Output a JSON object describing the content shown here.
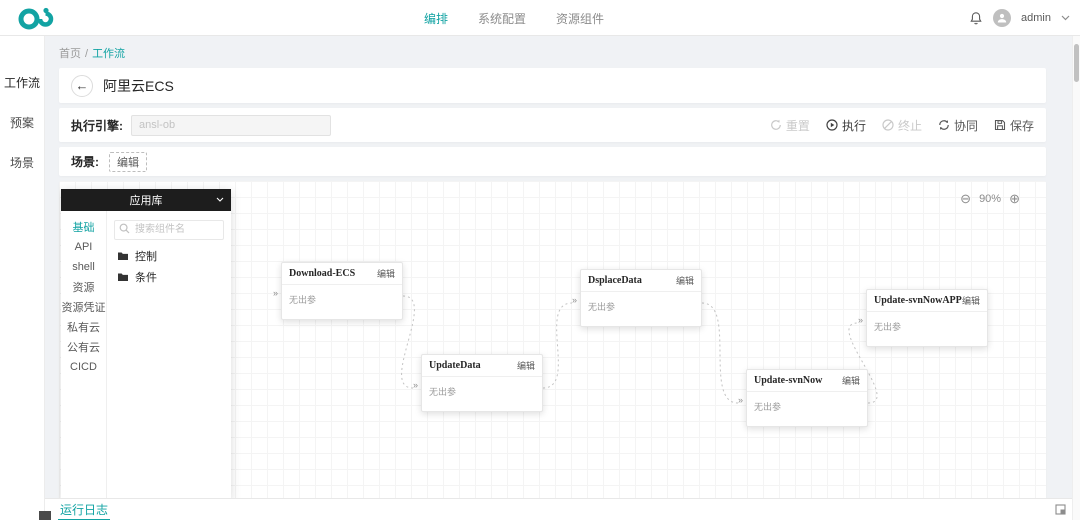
{
  "brand": {
    "accent_color": "#12a3a3"
  },
  "topbar": {
    "nav": [
      {
        "label": "编排",
        "active": true
      },
      {
        "label": "系统配置",
        "active": false
      },
      {
        "label": "资源组件",
        "active": false
      }
    ],
    "user": {
      "name": "admin"
    }
  },
  "sidebar": {
    "items": [
      "工作流",
      "预案",
      "场景"
    ]
  },
  "breadcrumb": {
    "items": [
      "首页",
      "工作流"
    ]
  },
  "workflow": {
    "title": "阿里云ECS"
  },
  "engine": {
    "label": "执行引擎:",
    "placeholder": "ansl-ob"
  },
  "actions": {
    "reset": "重置",
    "execute": "执行",
    "terminate": "终止",
    "collaborate": "协同",
    "save": "保存"
  },
  "scene": {
    "label": "场景:",
    "edit_chip": "编辑"
  },
  "library": {
    "title": "应用库",
    "tabs": [
      "基础",
      "API",
      "shell",
      "资源",
      "资源凭证",
      "私有云",
      "公有云",
      "CICD"
    ],
    "search_placeholder": "搜索组件名",
    "folders": [
      "控制",
      "条件"
    ]
  },
  "canvas": {
    "zoom": "90%",
    "nodes": [
      {
        "title": "Download-ECS",
        "action": "编辑",
        "output": "无出参"
      },
      {
        "title": "UpdateData",
        "action": "编辑",
        "output": "无出参"
      },
      {
        "title": "DsplaceData",
        "action": "编辑",
        "output": "无出参"
      },
      {
        "title": "Update-svnNow",
        "action": "编辑",
        "output": "无出参"
      },
      {
        "title": "Update-svnNowAPP",
        "action": "编辑",
        "output": "无出参"
      }
    ]
  },
  "footer": {
    "log_tab": "运行日志"
  }
}
